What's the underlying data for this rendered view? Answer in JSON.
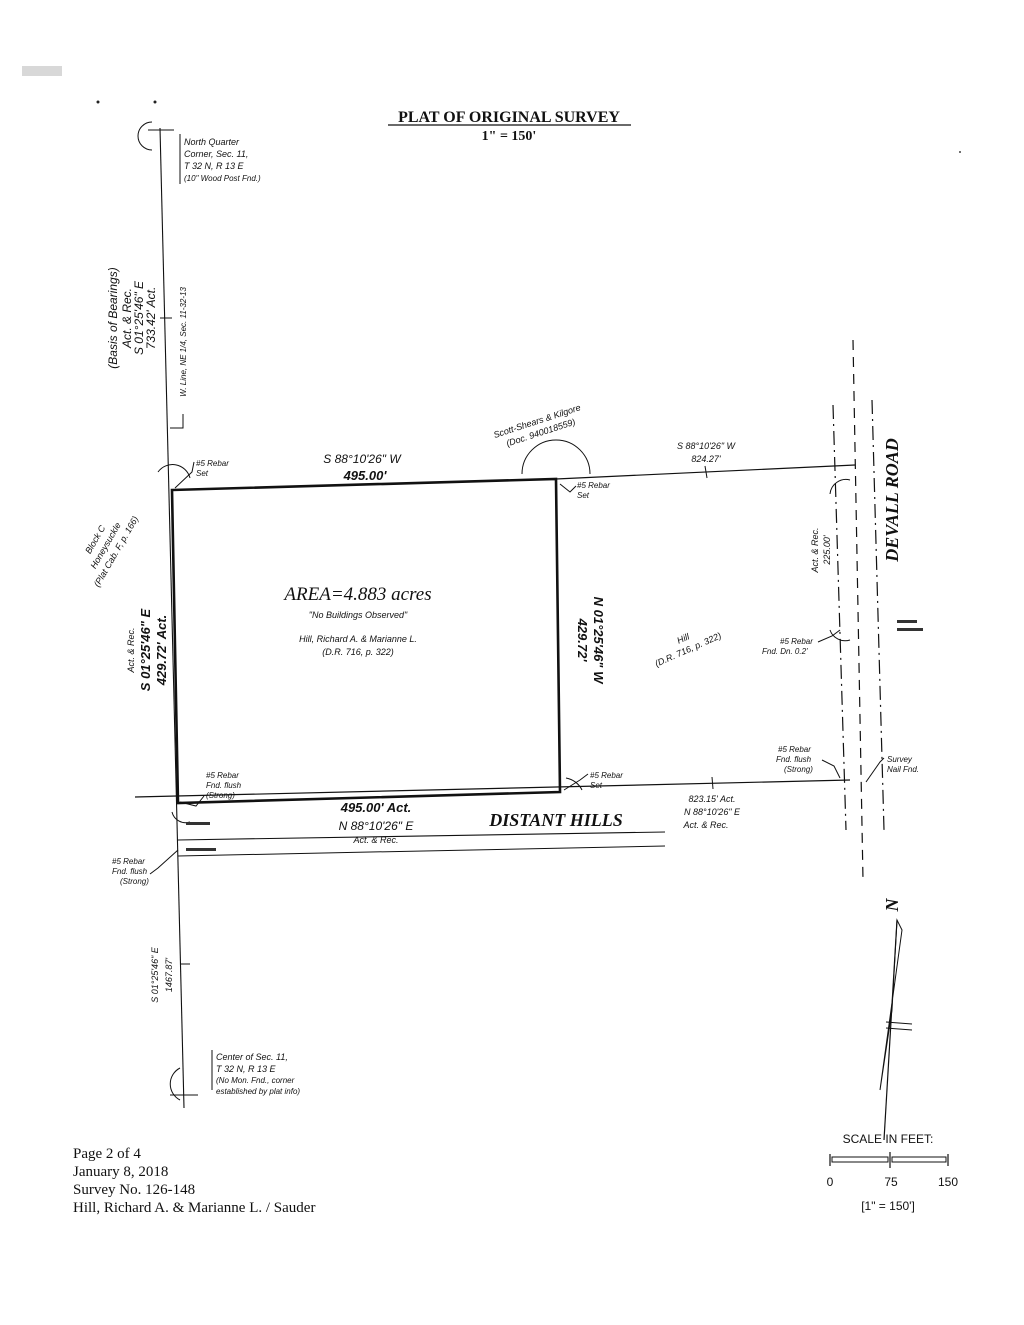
{
  "title": "PLAT OF ORIGINAL SURVEY",
  "scale_text": "1\" = 150'",
  "north_quarter": {
    "line1": "North Quarter",
    "line2": "Corner, Sec. 11,",
    "line3": "T 32 N, R 13 E",
    "line4": "(10\" Wood Post Fnd.)"
  },
  "basis": {
    "line1": "(Basis of Bearings)",
    "line2": "Act. & Rec.",
    "line3": "S 01°25'46\" E",
    "line4": "733.42' Act."
  },
  "w_line": "W. Line, NE 1/4, Sec. 11-32-13",
  "scott": {
    "line1": "Scott-Shears & Kilgore",
    "line2": "(Doc. 940018559)"
  },
  "north_line": {
    "bearing": "S 88°10'26\" W",
    "distance": "495.00'"
  },
  "north_ext": {
    "bearing": "S 88°10'26\" W",
    "distance": "824.27'"
  },
  "rebar_set_nw": {
    "line1": "#5 Rebar",
    "line2": "Set"
  },
  "rebar_set_ne": {
    "line1": "#5 Rebar",
    "line2": "Set"
  },
  "rebar_set_se": {
    "line1": "#5 Rebar",
    "line2": "Set"
  },
  "block_c": {
    "line1": "Block C",
    "line2": "Honeysuckle",
    "line3": "(Plat Cab. F, p. 166)"
  },
  "west_line": {
    "line1": "Act. & Rec.",
    "line2": "S 01°25'46\" E",
    "line3": "429.72' Act."
  },
  "parcel": {
    "area": "AREA=4.883 acres",
    "note": "\"No Buildings Observed\"",
    "owner": "Hill, Richard A. & Marianne L.",
    "deed": "(D.R. 716, p. 322)"
  },
  "east_line": {
    "distance": "429.72'",
    "bearing": "N 01°25'46\" W"
  },
  "hill": {
    "line1": "Hill",
    "line2": "(D.R. 716, p. 322)"
  },
  "road_dim": {
    "line1": "Act. & Rec.",
    "line2": "225.00'"
  },
  "road_name": "DEVALL ROAD",
  "rebar_fnd_dn": {
    "line1": "#5 Rebar",
    "line2": "Fnd. Dn. 0.2'"
  },
  "rebar_fnd_road": {
    "line1": "#5 Rebar",
    "line2": "Fnd. flush",
    "line3": "(Strong)"
  },
  "survey_nail": {
    "line1": "Survey",
    "line2": "Nail Fnd."
  },
  "rebar_fnd_sw": {
    "line1": "#5 Rebar",
    "line2": "Fnd. flush",
    "line3": "(Strong)"
  },
  "rebar_fnd_lower": {
    "line1": "#5 Rebar",
    "line2": "Fnd. flush",
    "line3": "(Strong)"
  },
  "south_line": {
    "distance": "495.00' Act.",
    "bearing": "N 88°10'26\" E",
    "rec": "Act. & Rec."
  },
  "street_name": "DISTANT HILLS",
  "south_ext": {
    "distance": "823.15' Act.",
    "bearing": "N 88°10'26\" E",
    "rec": "Act. & Rec."
  },
  "lower_west": {
    "bearing": "S 01°25'46\" E",
    "distance": "1467.87'"
  },
  "center": {
    "line1": "Center of Sec. 11,",
    "line2": "T 32 N, R 13 E",
    "line3": "(No Mon. Fnd., corner",
    "line4": "established by plat info)"
  },
  "north_letter": "N",
  "footer": {
    "line1": "Page 2 of 4",
    "line2": "January 8, 2018",
    "line3": "Survey No. 126-148",
    "line4": "Hill, Richard A. & Marianne L. / Sauder"
  },
  "scale_bar": {
    "title": "SCALE IN FEET:",
    "tick0": "0",
    "tick1": "75",
    "tick2": "150",
    "ratio": "[1\" = 150']"
  }
}
